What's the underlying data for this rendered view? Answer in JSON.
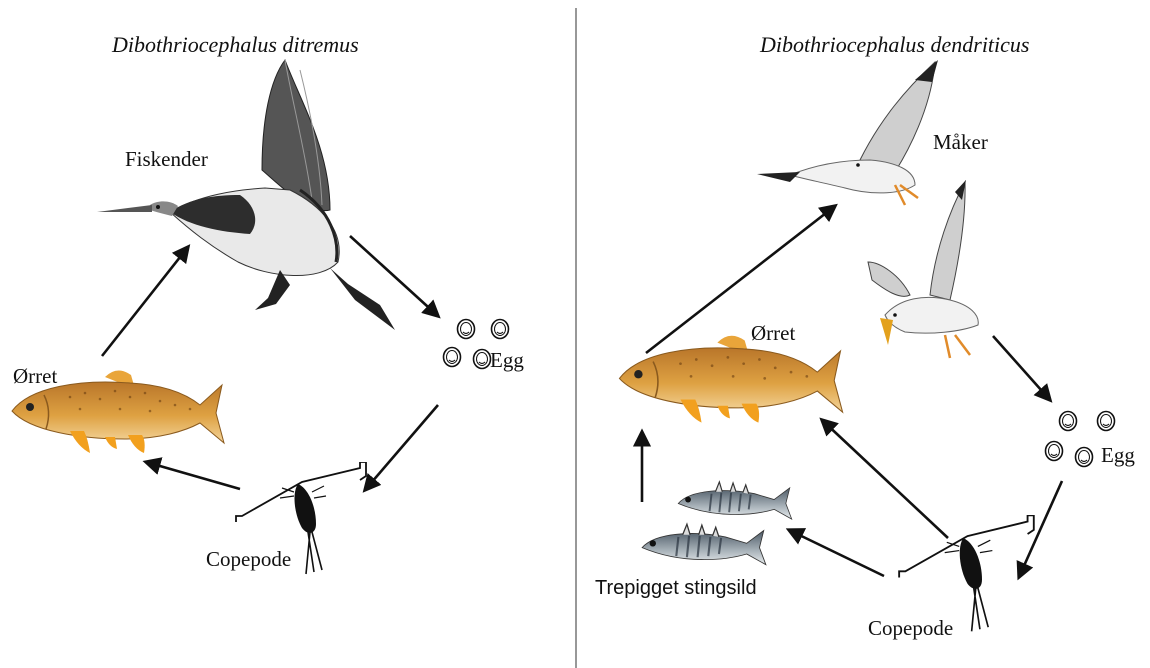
{
  "left_panel": {
    "title": "Dibothriocephalus ditremus",
    "labels": {
      "bird": "Fiskender",
      "fish": "Ørret",
      "eggs": "Egg",
      "copepod": "Copepode"
    },
    "icons": [
      "merganser-bird-icon",
      "trout-icon",
      "eggs-icon",
      "copepod-icon"
    ]
  },
  "right_panel": {
    "title": "Dibothriocephalus dendriticus",
    "labels": {
      "bird": "Måker",
      "fish": "Ørret",
      "eggs": "Egg",
      "copepod": "Copepode",
      "stickleback": "Trepigget stingsild"
    },
    "icons": [
      "gull-icon",
      "trout-icon",
      "eggs-icon",
      "copepod-icon",
      "stickleback-icon"
    ]
  },
  "colors": {
    "arrow": "#111111",
    "trout_body": "#d9962e",
    "trout_fin": "#f2a01e",
    "bird_dark": "#333333",
    "gull_grey": "#b8b8b8",
    "copepod": "#111111"
  }
}
